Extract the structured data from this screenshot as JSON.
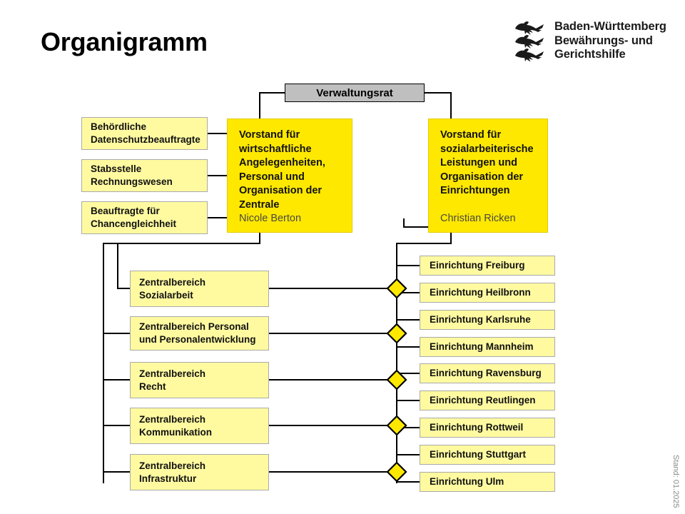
{
  "page": {
    "title": "Organigramm",
    "stand": "Stand: 01.2025",
    "colors": {
      "bright_yellow": "#ffe800",
      "pale_yellow": "#fffaa0",
      "gray_box": "#bfbfbf",
      "line": "#000000"
    }
  },
  "logo": {
    "line1": "Baden-Württemberg",
    "line2": "Bewährungs- und",
    "line3": "Gerichtshilfe",
    "crest_name": "three-lions-crest-icon"
  },
  "council": {
    "label": "Verwaltungsrat"
  },
  "staff_units": [
    {
      "line1": "Behördliche",
      "line2": "Datenschutzbeauftragte"
    },
    {
      "line1": "Stabsstelle",
      "line2": "Rechnungswesen"
    },
    {
      "line1": "Beauftragte für",
      "line2": "Chancengleichheit"
    }
  ],
  "boards": [
    {
      "title": "Vorstand für wirtschaftliche Angelegenheiten, Personal und Organisation der Zentrale",
      "name": "Nicole Berton"
    },
    {
      "title": "Vorstand für sozialarbeiterische Leistungen und Organisation der Einrichtungen",
      "name": "Christian Ricken"
    }
  ],
  "central_areas": [
    {
      "line1": "Zentralbereich",
      "line2": "Sozialarbeit"
    },
    {
      "line1": "Zentralbereich Personal",
      "line2": "und Personalentwicklung"
    },
    {
      "line1": "Zentralbereich",
      "line2": "Recht"
    },
    {
      "line1": "Zentralbereich",
      "line2": "Kommunikation"
    },
    {
      "line1": "Zentralbereich",
      "line2": "Infrastruktur"
    }
  ],
  "facilities": [
    {
      "label": "Einrichtung Freiburg"
    },
    {
      "label": "Einrichtung Heilbronn"
    },
    {
      "label": "Einrichtung Karlsruhe"
    },
    {
      "label": "Einrichtung Mannheim"
    },
    {
      "label": "Einrichtung Ravensburg"
    },
    {
      "label": "Einrichtung Reutlingen"
    },
    {
      "label": "Einrichtung Rottweil"
    },
    {
      "label": "Einrichtung Stuttgart"
    },
    {
      "label": "Einrichtung Ulm"
    }
  ]
}
